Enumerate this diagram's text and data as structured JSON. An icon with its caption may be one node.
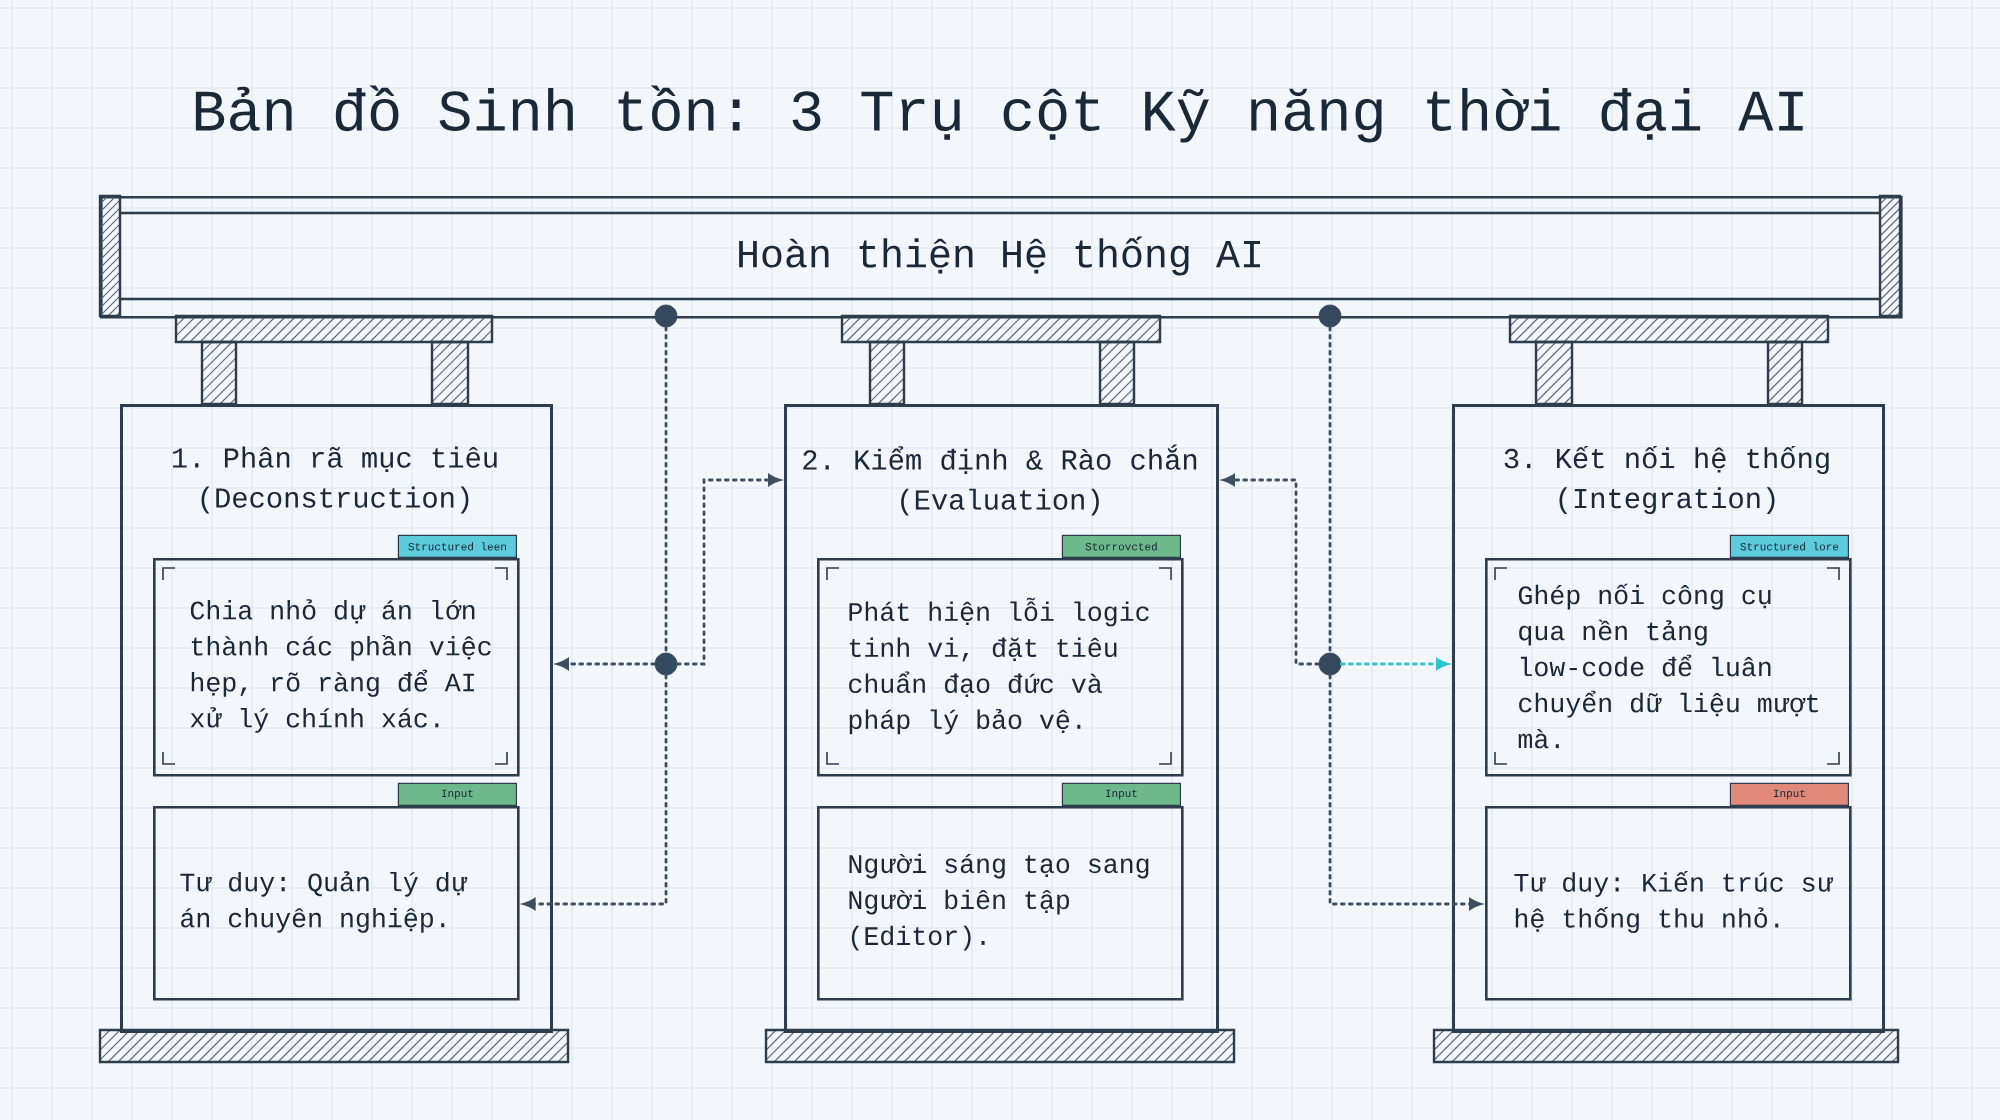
{
  "diagram": {
    "title": "Bản đồ Sinh tồn: 3 Trụ cột Kỹ năng thời đại AI",
    "nodes": [
      {
        "text": [
          "Hoàn thiện Hệ thống AI"
        ]
      },
      {
        "text": [
          "1. Phân rã mục tiêu (Deconstruction)"
        ]
      },
      {
        "text": [
          "Structured leen",
          "Chia nhỏ dự án lớn thành các phần việc hẹp, rõ ràng để AI xử lý chính xác."
        ],
        "in": 1
      },
      {
        "text": [
          "Input",
          "Tư duy: Quản lý dự án chuyên nghiệp."
        ],
        "in": 1
      },
      {
        "text": [
          "2. Kiểm định & Rào chắn (Evaluation)"
        ]
      },
      {
        "text": [
          "Storrovcted",
          "Phát hiện lỗi logic tinh vi, đặt tiêu chuẩn đạo đức và pháp lý bảo vệ."
        ],
        "in": 4
      },
      {
        "text": [
          "Input",
          "Người sáng tạo sang Người biên tập (Editor)."
        ],
        "in": 4
      },
      {
        "text": [
          "3. Kết nối hệ thống (Integration)"
        ]
      },
      {
        "text": [
          "Structured lore",
          "Ghép nối công cụ qua nền tảng low-code để luân chuyển dữ liệu mượt mà."
        ],
        "in": 7
      },
      {
        "text": [
          "Input",
          "Tư duy: Kiến trúc sư hệ thống thu nhỏ."
        ],
        "in": 7
      },
      {
        "text": [],
        "shape": "circle"
      },
      {
        "text": [],
        "shape": "circle"
      },
      {
        "text": [],
        "shape": "circle"
      },
      {
        "text": [],
        "shape": "circle"
      }
    ],
    "edges": [
      {
        "from": 10,
        "to": 11,
        "arrow": "none"
      },
      {
        "from": 11,
        "to": 1,
        "arrow": "to"
      },
      {
        "from": 11,
        "to": 4,
        "arrow": "to"
      },
      {
        "from": 11,
        "to": 3,
        "arrow": "to"
      },
      {
        "from": 12,
        "to": 13,
        "arrow": "none"
      },
      {
        "from": 13,
        "to": 4,
        "arrow": "to"
      },
      {
        "from": 13,
        "to": 7,
        "arrow": "to",
        "color": "#2ec5d5"
      },
      {
        "from": 13,
        "to": 9,
        "arrow": "to"
      }
    ]
  }
}
